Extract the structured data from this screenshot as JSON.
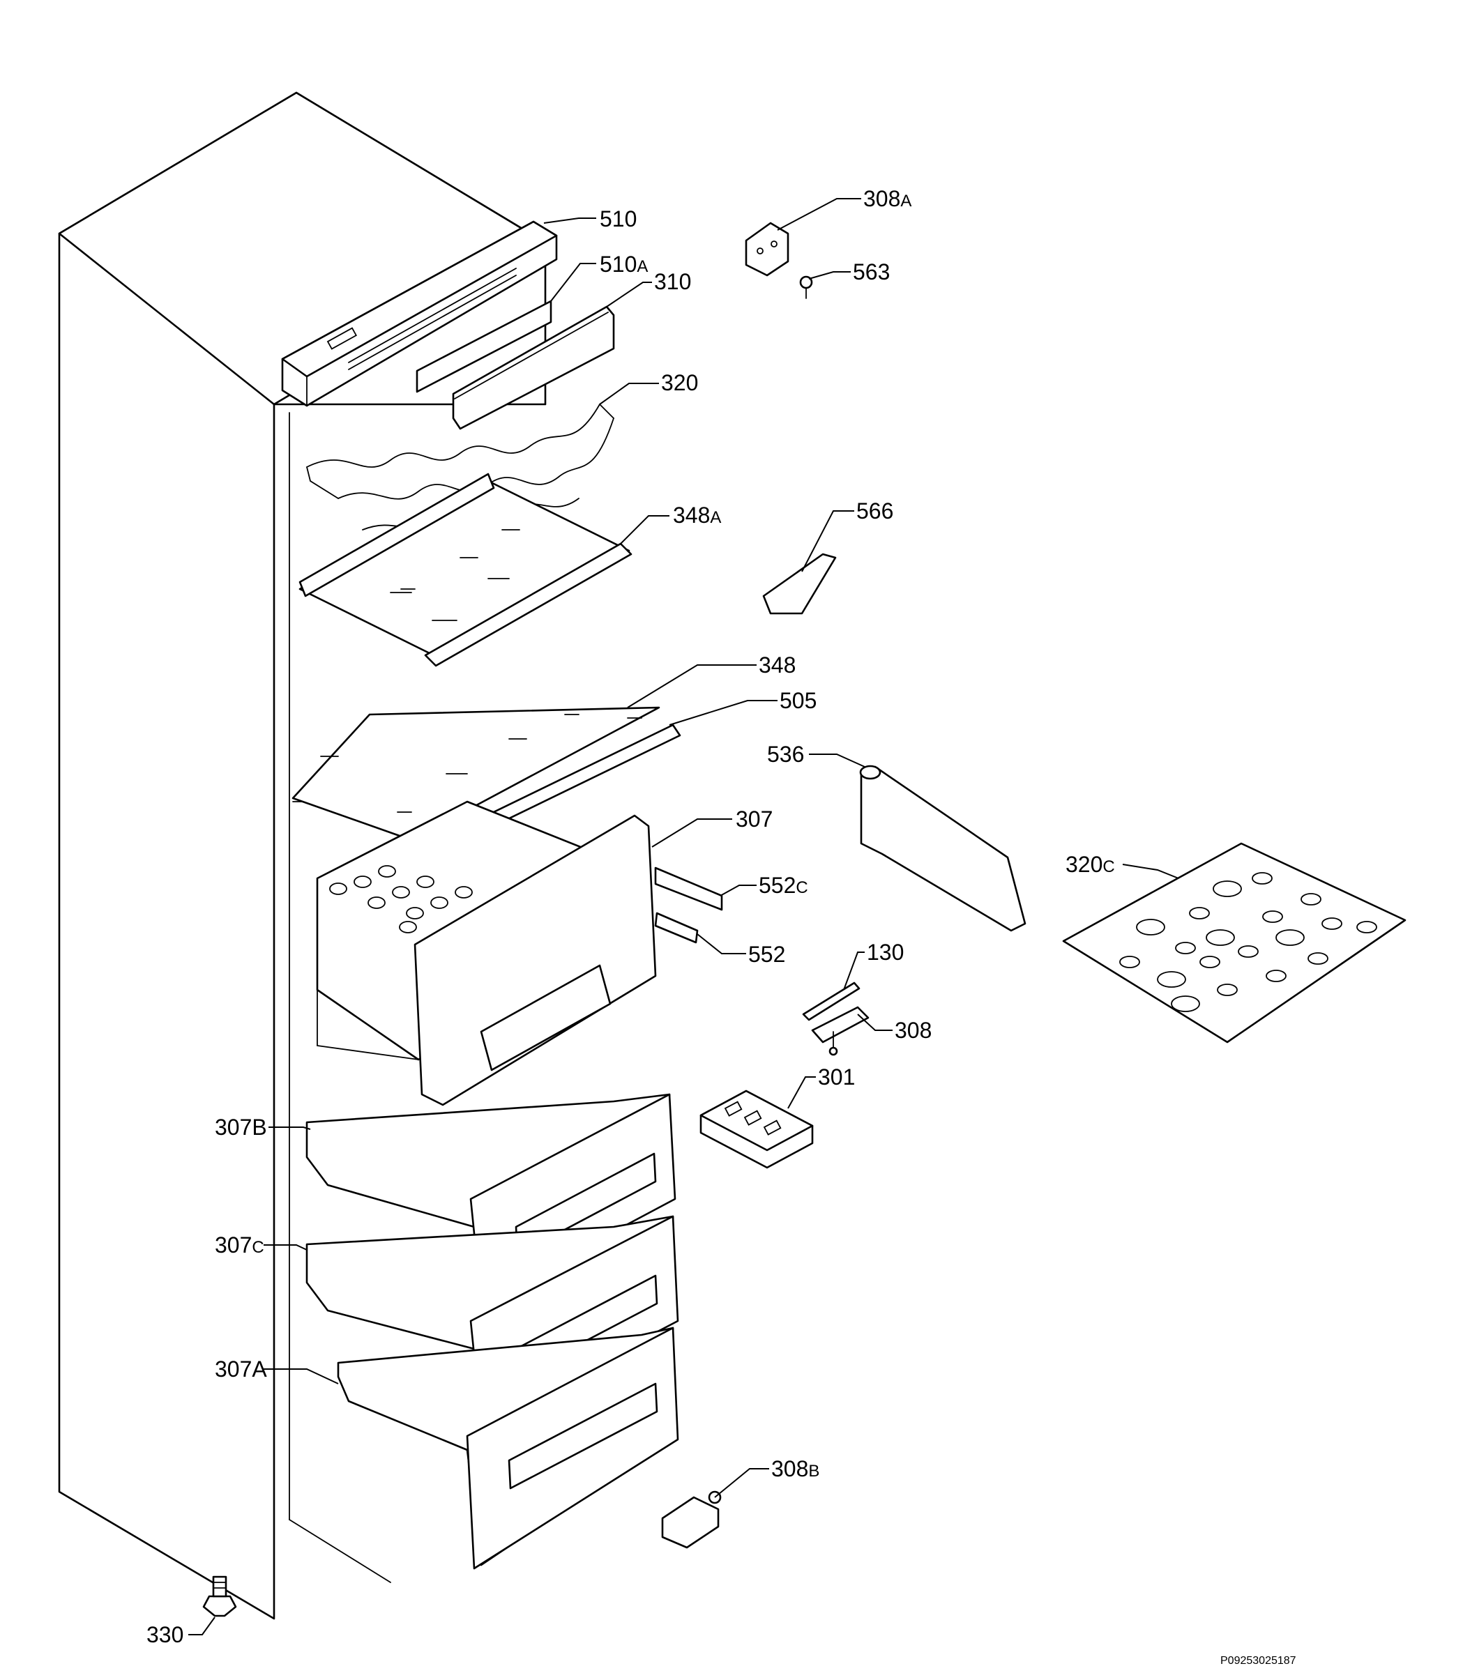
{
  "callouts": [
    {
      "id": "510",
      "text": "510",
      "suffix": ""
    },
    {
      "id": "510a",
      "text": "510",
      "suffix": "A"
    },
    {
      "id": "310",
      "text": "310",
      "suffix": ""
    },
    {
      "id": "320",
      "text": "320",
      "suffix": ""
    },
    {
      "id": "348a",
      "text": "348",
      "suffix": "A"
    },
    {
      "id": "348",
      "text": "348",
      "suffix": ""
    },
    {
      "id": "505",
      "text": "505",
      "suffix": ""
    },
    {
      "id": "307",
      "text": "307",
      "suffix": ""
    },
    {
      "id": "552c",
      "text": "552",
      "suffix": "C"
    },
    {
      "id": "552",
      "text": "552",
      "suffix": ""
    },
    {
      "id": "308a",
      "text": "308",
      "suffix": "A"
    },
    {
      "id": "563",
      "text": "563",
      "suffix": ""
    },
    {
      "id": "566",
      "text": "566",
      "suffix": ""
    },
    {
      "id": "536",
      "text": "536",
      "suffix": ""
    },
    {
      "id": "320c",
      "text": "320",
      "suffix": "C"
    },
    {
      "id": "130",
      "text": "130",
      "suffix": ""
    },
    {
      "id": "308",
      "text": "308",
      "suffix": ""
    },
    {
      "id": "301",
      "text": "301",
      "suffix": ""
    },
    {
      "id": "307b",
      "text": "307B",
      "suffix": ""
    },
    {
      "id": "307c",
      "text": "307",
      "suffix": "C"
    },
    {
      "id": "307a",
      "text": "307A",
      "suffix": ""
    },
    {
      "id": "308b",
      "text": "308",
      "suffix": "B"
    },
    {
      "id": "330",
      "text": "330",
      "suffix": ""
    }
  ],
  "document_id": "P09253025187"
}
